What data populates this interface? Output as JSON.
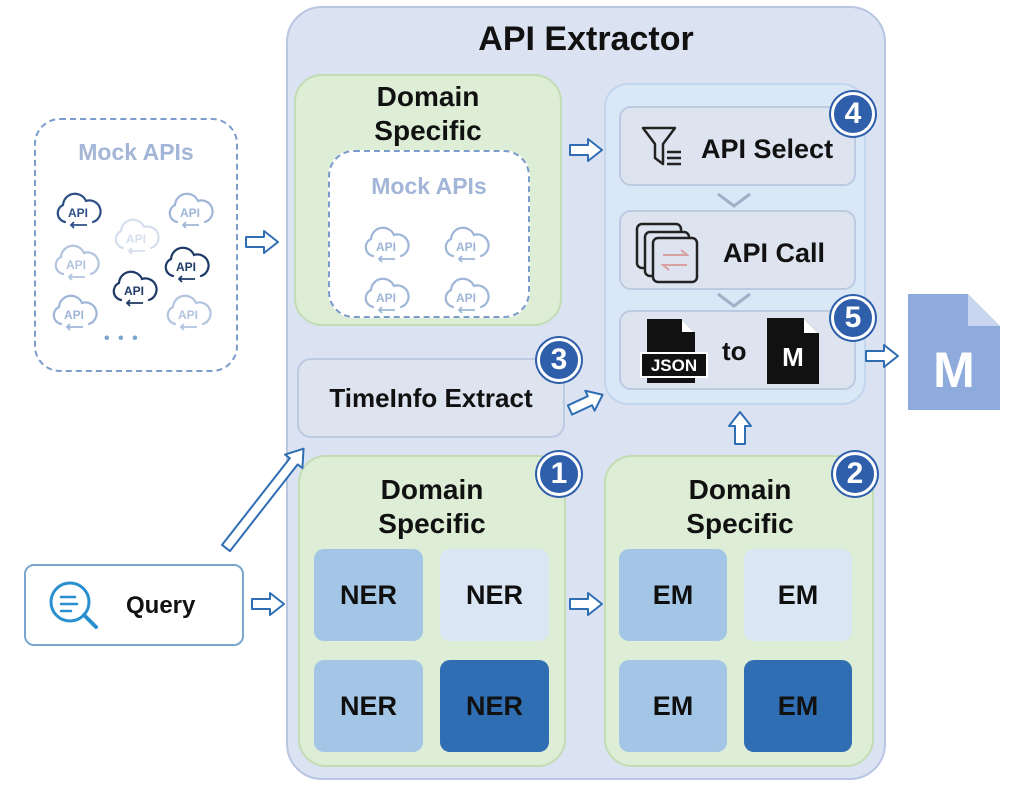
{
  "title": "API Extractor",
  "mock_apis_outer": {
    "title": "Mock APIs",
    "icon_label": "API",
    "ellipsis": "• • •"
  },
  "domain_specific_top": {
    "title": "Domain Specific",
    "mock_title": "Mock APIs",
    "icon_label": "API"
  },
  "timeinfo": {
    "label": "TimeInfo Extract",
    "badge": "3"
  },
  "query": {
    "label": "Query"
  },
  "ner_group": {
    "title": "Domain Specific",
    "badge": "1",
    "tiles": [
      "NER",
      "NER",
      "NER",
      "NER"
    ]
  },
  "em_group": {
    "title": "Domain Specific",
    "badge": "2",
    "tiles": [
      "EM",
      "EM",
      "EM",
      "EM"
    ]
  },
  "pipeline": {
    "api_select": {
      "label": "API Select",
      "badge": "4"
    },
    "api_call": {
      "label": "API Call"
    },
    "convert": {
      "from": "JSON",
      "joiner": "to",
      "to": "M",
      "badge": "5"
    }
  },
  "output_doc": {
    "letter": "M"
  },
  "colors": {
    "panel": "#dbe3f3",
    "green_group": "#deeed6",
    "badge": "#2f5fab",
    "tile_mid": "#a4c6e6",
    "tile_light": "#dae6f3",
    "tile_dark": "#2f6eb3",
    "doc_icon": "#8faadc"
  }
}
